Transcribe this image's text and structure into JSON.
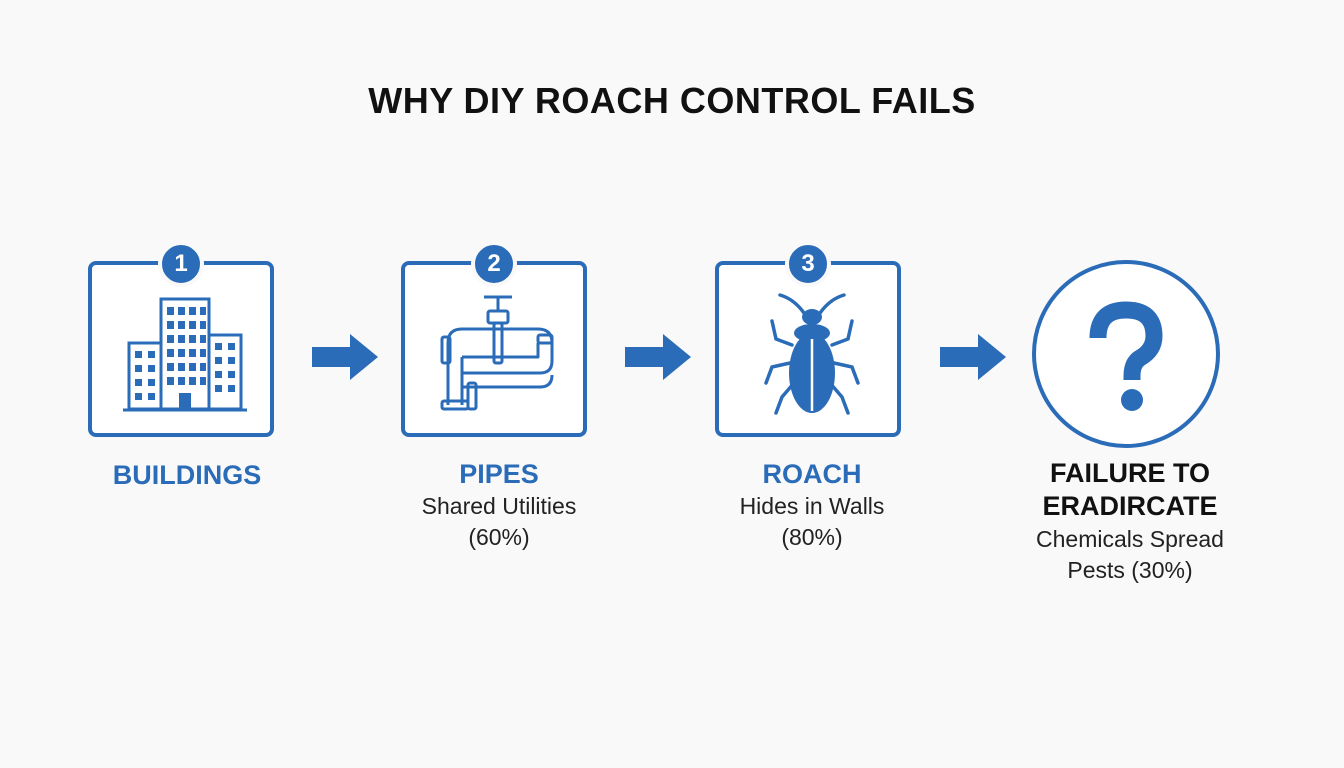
{
  "title": "WHY DIY ROACH CONTROL FAILS",
  "colors": {
    "accent": "#2b6cb8",
    "text": "#111111",
    "background": "#f9f9f9"
  },
  "steps": [
    {
      "number": "1",
      "icon": "building-icon",
      "label": "BUILDINGS",
      "sub_lines": []
    },
    {
      "number": "2",
      "icon": "pipe-icon",
      "label": "PIPES",
      "sub_lines": [
        "Shared Utilities",
        "(60%)"
      ]
    },
    {
      "number": "3",
      "icon": "roach-icon",
      "label": "ROACH",
      "sub_lines": [
        "Hides in Walls",
        "(80%)"
      ]
    }
  ],
  "outcome": {
    "icon": "question-mark-icon",
    "label_lines": [
      "FAILURE TO",
      "ERADIRCATE"
    ],
    "sub_lines": [
      "Chemicals Spread",
      "Pests (30%)"
    ]
  }
}
